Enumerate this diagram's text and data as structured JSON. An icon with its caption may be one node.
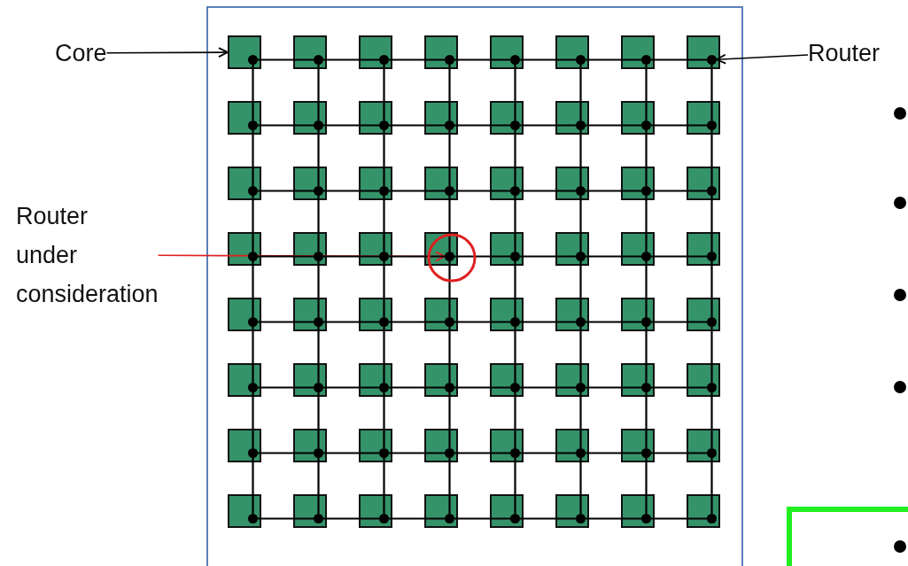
{
  "diagram": {
    "nodes": [
      {
        "text": [
          "Core"
        ]
      },
      {
        "text": [
          "Router"
        ]
      },
      {
        "text": [
          "Router under consideration"
        ]
      },
      {
        "text": [],
        "shape": "box"
      },
      {
        "text": [],
        "shape": "box",
        "in": 3
      },
      {
        "text": [],
        "shape": "box",
        "in": 3
      },
      {
        "text": [],
        "shape": "box",
        "in": 3
      },
      {
        "text": [],
        "shape": "box",
        "in": 3
      },
      {
        "text": [],
        "shape": "box",
        "in": 3
      },
      {
        "text": [],
        "shape": "box",
        "in": 3
      },
      {
        "text": [],
        "shape": "box",
        "in": 3
      },
      {
        "text": [],
        "shape": "box",
        "in": 3
      },
      {
        "text": [],
        "shape": "box",
        "in": 3
      },
      {
        "text": [],
        "shape": "box",
        "in": 3
      },
      {
        "text": [],
        "shape": "box",
        "in": 3
      },
      {
        "text": [],
        "shape": "box",
        "in": 3
      },
      {
        "text": [],
        "shape": "box",
        "in": 3
      },
      {
        "text": [],
        "shape": "box",
        "in": 3
      },
      {
        "text": [],
        "shape": "box",
        "in": 3
      },
      {
        "text": [],
        "shape": "box",
        "in": 3
      },
      {
        "text": [],
        "shape": "box",
        "in": 3
      },
      {
        "text": [],
        "shape": "box",
        "in": 3
      },
      {
        "text": [],
        "shape": "box",
        "in": 3
      },
      {
        "text": [],
        "shape": "box",
        "in": 3
      },
      {
        "text": [],
        "shape": "box",
        "in": 3
      },
      {
        "text": [],
        "shape": "box",
        "in": 3
      },
      {
        "text": [],
        "shape": "box",
        "in": 3
      },
      {
        "text": [],
        "shape": "box",
        "in": 3
      },
      {
        "text": [],
        "shape": "box",
        "in": 3
      },
      {
        "text": [],
        "shape": "box",
        "in": 3
      },
      {
        "text": [],
        "shape": "box",
        "in": 3
      },
      {
        "text": [],
        "shape": "box",
        "in": 3
      },
      {
        "text": [],
        "shape": "box",
        "in": 3
      },
      {
        "text": [],
        "shape": "box",
        "in": 3
      },
      {
        "text": [],
        "shape": "box",
        "in": 3
      },
      {
        "text": [],
        "shape": "box",
        "in": 3
      },
      {
        "text": [],
        "shape": "box",
        "in": 3
      },
      {
        "text": [],
        "shape": "box",
        "in": 3
      },
      {
        "text": [],
        "shape": "box",
        "in": 3
      },
      {
        "text": [],
        "shape": "box",
        "in": 3
      },
      {
        "text": [],
        "shape": "box",
        "in": 3
      },
      {
        "text": [],
        "shape": "box",
        "in": 3
      },
      {
        "text": [],
        "shape": "box",
        "in": 3
      },
      {
        "text": [],
        "shape": "box",
        "in": 3
      },
      {
        "text": [],
        "shape": "box",
        "in": 3
      },
      {
        "text": [],
        "shape": "box",
        "in": 3
      },
      {
        "text": [],
        "shape": "box",
        "in": 3
      },
      {
        "text": [],
        "shape": "box",
        "in": 3
      },
      {
        "text": [],
        "shape": "box",
        "in": 3
      },
      {
        "text": [],
        "shape": "box",
        "in": 3
      },
      {
        "text": [],
        "shape": "box",
        "in": 3
      },
      {
        "text": [],
        "shape": "box",
        "in": 3
      },
      {
        "text": [],
        "shape": "box",
        "in": 3
      },
      {
        "text": [],
        "shape": "box",
        "in": 3
      },
      {
        "text": [],
        "shape": "box",
        "in": 3
      },
      {
        "text": [],
        "shape": "box",
        "in": 3
      },
      {
        "text": [],
        "shape": "box",
        "in": 3
      },
      {
        "text": [],
        "shape": "box",
        "in": 3
      },
      {
        "text": [],
        "shape": "box",
        "in": 3
      },
      {
        "text": [],
        "shape": "box",
        "in": 3
      },
      {
        "text": [],
        "shape": "box",
        "in": 3
      },
      {
        "text": [],
        "shape": "box",
        "in": 3
      },
      {
        "text": [],
        "shape": "box",
        "in": 3
      },
      {
        "text": [],
        "shape": "box",
        "in": 3
      },
      {
        "text": [],
        "shape": "box",
        "in": 3
      },
      {
        "text": [],
        "shape": "box",
        "in": 3
      },
      {
        "text": [],
        "shape": "box",
        "in": 3
      },
      {
        "text": [],
        "shape": "box",
        "in": 3
      },
      {
        "text": [],
        "shape": "circle",
        "in": 4
      },
      {
        "text": [],
        "shape": "circle",
        "in": 5
      },
      {
        "text": [],
        "shape": "circle",
        "in": 6
      },
      {
        "text": [],
        "shape": "circle",
        "in": 7
      },
      {
        "text": [],
        "shape": "circle",
        "in": 8
      },
      {
        "text": [],
        "shape": "circle",
        "in": 9
      },
      {
        "text": [],
        "shape": "circle",
        "in": 10
      },
      {
        "text": [],
        "shape": "circle",
        "in": 11
      },
      {
        "text": [],
        "shape": "circle",
        "in": 12
      },
      {
        "text": [],
        "shape": "circle",
        "in": 13
      },
      {
        "text": [],
        "shape": "circle",
        "in": 14
      },
      {
        "text": [],
        "shape": "circle",
        "in": 15
      },
      {
        "text": [],
        "shape": "circle",
        "in": 16
      },
      {
        "text": [],
        "shape": "circle",
        "in": 17
      },
      {
        "text": [],
        "shape": "circle",
        "in": 18
      },
      {
        "text": [],
        "shape": "circle",
        "in": 19
      },
      {
        "text": [],
        "shape": "circle",
        "in": 20
      },
      {
        "text": [],
        "shape": "circle",
        "in": 21
      },
      {
        "text": [],
        "shape": "circle",
        "in": 22
      },
      {
        "text": [],
        "shape": "circle",
        "in": 23
      },
      {
        "text": [],
        "shape": "circle",
        "in": 24
      },
      {
        "text": [],
        "shape": "circle",
        "in": 25
      },
      {
        "text": [],
        "shape": "circle",
        "in": 26
      },
      {
        "text": [],
        "shape": "circle",
        "in": 27
      },
      {
        "text": [],
        "shape": "circle",
        "in": 28
      },
      {
        "text": [],
        "shape": "circle",
        "in": 29
      },
      {
        "text": [],
        "shape": "circle",
        "in": 30
      },
      {
        "text": [],
        "shape": "circle",
        "in": 31
      },
      {
        "text": [],
        "shape": "circle",
        "in": 32
      },
      {
        "text": [],
        "shape": "circle",
        "in": 33
      },
      {
        "text": [],
        "shape": "circle",
        "in": 34
      },
      {
        "text": [],
        "shape": "circle",
        "in": 35
      },
      {
        "text": [],
        "shape": "circle",
        "in": 36
      },
      {
        "text": [],
        "shape": "circle",
        "in": 37
      },
      {
        "text": [],
        "shape": "circle",
        "in": 38
      },
      {
        "text": [],
        "shape": "circle",
        "in": 39
      },
      {
        "text": [],
        "shape": "circle",
        "in": 40
      },
      {
        "text": [],
        "shape": "circle",
        "in": 41
      },
      {
        "text": [],
        "shape": "circle",
        "in": 42
      },
      {
        "text": [],
        "shape": "circle",
        "in": 43
      },
      {
        "text": [],
        "shape": "circle",
        "in": 44
      },
      {
        "text": [],
        "shape": "circle",
        "in": 45
      },
      {
        "text": [],
        "shape": "circle",
        "in": 46
      },
      {
        "text": [],
        "shape": "circle",
        "in": 47
      },
      {
        "text": [],
        "shape": "circle",
        "in": 48
      },
      {
        "text": [],
        "shape": "circle",
        "in": 49
      },
      {
        "text": [],
        "shape": "circle",
        "in": 50
      },
      {
        "text": [],
        "shape": "circle",
        "in": 51
      },
      {
        "text": [],
        "shape": "circle",
        "in": 52
      },
      {
        "text": [],
        "shape": "circle",
        "in": 53
      },
      {
        "text": [],
        "shape": "circle",
        "in": 54
      },
      {
        "text": [],
        "shape": "circle",
        "in": 55
      },
      {
        "text": [],
        "shape": "circle",
        "in": 56
      },
      {
        "text": [],
        "shape": "circle",
        "in": 57
      },
      {
        "text": [],
        "shape": "circle",
        "in": 58
      },
      {
        "text": [],
        "shape": "circle",
        "in": 59
      },
      {
        "text": [],
        "shape": "circle",
        "in": 60
      },
      {
        "text": [],
        "shape": "circle",
        "in": 61
      },
      {
        "text": [],
        "shape": "circle",
        "in": 62
      },
      {
        "text": [],
        "shape": "circle",
        "in": 63
      },
      {
        "text": [],
        "shape": "circle",
        "in": 64
      },
      {
        "text": [],
        "shape": "circle",
        "in": 65
      },
      {
        "text": [],
        "shape": "circle",
        "in": 66
      },
      {
        "text": [],
        "shape": "circle",
        "in": 67
      }
    ],
    "edges": [
      {
        "from": 0,
        "to": 4,
        "arrow": "to"
      },
      {
        "from": 1,
        "to": 75,
        "arrow": "to"
      },
      {
        "from": 2,
        "to": 95,
        "arrow": "to",
        "color": "#e02020"
      },
      {
        "from": 68,
        "to": 69,
        "arrow": "none"
      },
      {
        "from": 69,
        "to": 70,
        "arrow": "none"
      },
      {
        "from": 70,
        "to": 71,
        "arrow": "none"
      },
      {
        "from": 71,
        "to": 72,
        "arrow": "none"
      },
      {
        "from": 72,
        "to": 73,
        "arrow": "none"
      },
      {
        "from": 73,
        "to": 74,
        "arrow": "none"
      },
      {
        "from": 74,
        "to": 75,
        "arrow": "none"
      },
      {
        "from": 76,
        "to": 77,
        "arrow": "none"
      },
      {
        "from": 77,
        "to": 78,
        "arrow": "none"
      },
      {
        "from": 78,
        "to": 79,
        "arrow": "none"
      },
      {
        "from": 79,
        "to": 80,
        "arrow": "none"
      },
      {
        "from": 80,
        "to": 81,
        "arrow": "none"
      },
      {
        "from": 81,
        "to": 82,
        "arrow": "none"
      },
      {
        "from": 82,
        "to": 83,
        "arrow": "none"
      },
      {
        "from": 84,
        "to": 85,
        "arrow": "none"
      },
      {
        "from": 85,
        "to": 86,
        "arrow": "none"
      },
      {
        "from": 86,
        "to": 87,
        "arrow": "none"
      },
      {
        "from": 87,
        "to": 88,
        "arrow": "none"
      },
      {
        "from": 88,
        "to": 89,
        "arrow": "none"
      },
      {
        "from": 89,
        "to": 90,
        "arrow": "none"
      },
      {
        "from": 90,
        "to": 91,
        "arrow": "none"
      },
      {
        "from": 92,
        "to": 93,
        "arrow": "none"
      },
      {
        "from": 93,
        "to": 94,
        "arrow": "none"
      },
      {
        "from": 94,
        "to": 95,
        "arrow": "none"
      },
      {
        "from": 95,
        "to": 96,
        "arrow": "none"
      },
      {
        "from": 96,
        "to": 97,
        "arrow": "none"
      },
      {
        "from": 97,
        "to": 98,
        "arrow": "none"
      },
      {
        "from": 98,
        "to": 99,
        "arrow": "none"
      },
      {
        "from": 100,
        "to": 101,
        "arrow": "none"
      },
      {
        "from": 101,
        "to": 102,
        "arrow": "none"
      },
      {
        "from": 102,
        "to": 103,
        "arrow": "none"
      },
      {
        "from": 103,
        "to": 104,
        "arrow": "none"
      },
      {
        "from": 104,
        "to": 105,
        "arrow": "none"
      },
      {
        "from": 105,
        "to": 106,
        "arrow": "none"
      },
      {
        "from": 106,
        "to": 107,
        "arrow": "none"
      },
      {
        "from": 108,
        "to": 109,
        "arrow": "none"
      },
      {
        "from": 109,
        "to": 110,
        "arrow": "none"
      },
      {
        "from": 110,
        "to": 111,
        "arrow": "none"
      },
      {
        "from": 111,
        "to": 112,
        "arrow": "none"
      },
      {
        "from": 112,
        "to": 113,
        "arrow": "none"
      },
      {
        "from": 113,
        "to": 114,
        "arrow": "none"
      },
      {
        "from": 114,
        "to": 115,
        "arrow": "none"
      },
      {
        "from": 116,
        "to": 117,
        "arrow": "none"
      },
      {
        "from": 117,
        "to": 118,
        "arrow": "none"
      },
      {
        "from": 118,
        "to": 119,
        "arrow": "none"
      },
      {
        "from": 119,
        "to": 120,
        "arrow": "none"
      },
      {
        "from": 120,
        "to": 121,
        "arrow": "none"
      },
      {
        "from": 121,
        "to": 122,
        "arrow": "none"
      },
      {
        "from": 122,
        "to": 123,
        "arrow": "none"
      },
      {
        "from": 124,
        "to": 125,
        "arrow": "none"
      },
      {
        "from": 125,
        "to": 126,
        "arrow": "none"
      },
      {
        "from": 126,
        "to": 127,
        "arrow": "none"
      },
      {
        "from": 127,
        "to": 128,
        "arrow": "none"
      },
      {
        "from": 128,
        "to": 129,
        "arrow": "none"
      },
      {
        "from": 129,
        "to": 130,
        "arrow": "none"
      },
      {
        "from": 130,
        "to": 131,
        "arrow": "none"
      },
      {
        "from": 68,
        "to": 76,
        "arrow": "none"
      },
      {
        "from": 69,
        "to": 77,
        "arrow": "none"
      },
      {
        "from": 70,
        "to": 78,
        "arrow": "none"
      },
      {
        "from": 71,
        "to": 79,
        "arrow": "none"
      },
      {
        "from": 72,
        "to": 80,
        "arrow": "none"
      },
      {
        "from": 73,
        "to": 81,
        "arrow": "none"
      },
      {
        "from": 74,
        "to": 82,
        "arrow": "none"
      },
      {
        "from": 75,
        "to": 83,
        "arrow": "none"
      },
      {
        "from": 76,
        "to": 84,
        "arrow": "none"
      },
      {
        "from": 77,
        "to": 85,
        "arrow": "none"
      },
      {
        "from": 78,
        "to": 86,
        "arrow": "none"
      },
      {
        "from": 79,
        "to": 87,
        "arrow": "none"
      },
      {
        "from": 80,
        "to": 88,
        "arrow": "none"
      },
      {
        "from": 81,
        "to": 89,
        "arrow": "none"
      },
      {
        "from": 82,
        "to": 90,
        "arrow": "none"
      },
      {
        "from": 83,
        "to": 91,
        "arrow": "none"
      },
      {
        "from": 84,
        "to": 92,
        "arrow": "none"
      },
      {
        "from": 85,
        "to": 93,
        "arrow": "none"
      },
      {
        "from": 86,
        "to": 94,
        "arrow": "none"
      },
      {
        "from": 87,
        "to": 95,
        "arrow": "none"
      },
      {
        "from": 88,
        "to": 96,
        "arrow": "none"
      },
      {
        "from": 89,
        "to": 97,
        "arrow": "none"
      },
      {
        "from": 90,
        "to": 98,
        "arrow": "none"
      },
      {
        "from": 91,
        "to": 99,
        "arrow": "none"
      },
      {
        "from": 92,
        "to": 100,
        "arrow": "none"
      },
      {
        "from": 93,
        "to": 101,
        "arrow": "none"
      },
      {
        "from": 94,
        "to": 102,
        "arrow": "none"
      },
      {
        "from": 95,
        "to": 103,
        "arrow": "none"
      },
      {
        "from": 96,
        "to": 104,
        "arrow": "none"
      },
      {
        "from": 97,
        "to": 105,
        "arrow": "none"
      },
      {
        "from": 98,
        "to": 106,
        "arrow": "none"
      },
      {
        "from": 99,
        "to": 107,
        "arrow": "none"
      },
      {
        "from": 100,
        "to": 108,
        "arrow": "none"
      },
      {
        "from": 101,
        "to": 109,
        "arrow": "none"
      },
      {
        "from": 102,
        "to": 110,
        "arrow": "none"
      },
      {
        "from": 103,
        "to": 111,
        "arrow": "none"
      },
      {
        "from": 104,
        "to": 112,
        "arrow": "none"
      },
      {
        "from": 105,
        "to": 113,
        "arrow": "none"
      },
      {
        "from": 106,
        "to": 114,
        "arrow": "none"
      },
      {
        "from": 107,
        "to": 115,
        "arrow": "none"
      },
      {
        "from": 108,
        "to": 116,
        "arrow": "none"
      },
      {
        "from": 109,
        "to": 117,
        "arrow": "none"
      },
      {
        "from": 110,
        "to": 118,
        "arrow": "none"
      },
      {
        "from": 111,
        "to": 119,
        "arrow": "none"
      },
      {
        "from": 112,
        "to": 120,
        "arrow": "none"
      },
      {
        "from": 113,
        "to": 121,
        "arrow": "none"
      },
      {
        "from": 114,
        "to": 122,
        "arrow": "none"
      },
      {
        "from": 115,
        "to": 123,
        "arrow": "none"
      },
      {
        "from": 116,
        "to": 124,
        "arrow": "none"
      },
      {
        "from": 117,
        "to": 125,
        "arrow": "none"
      },
      {
        "from": 118,
        "to": 126,
        "arrow": "none"
      },
      {
        "from": 119,
        "to": 127,
        "arrow": "none"
      },
      {
        "from": 120,
        "to": 128,
        "arrow": "none"
      },
      {
        "from": 121,
        "to": 129,
        "arrow": "none"
      },
      {
        "from": 122,
        "to": 130,
        "arrow": "none"
      },
      {
        "from": 123,
        "to": 131,
        "arrow": "none"
      }
    ]
  }
}
